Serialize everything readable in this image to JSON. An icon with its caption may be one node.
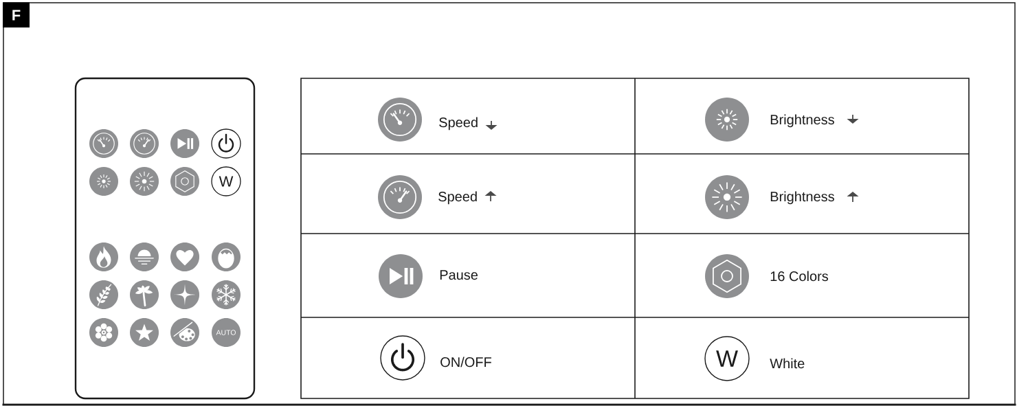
{
  "diagram": {
    "nodes": [
      {
        "text": [],
        "shape": "box"
      },
      {
        "text": [],
        "shape": "circle",
        "in": 0
      },
      {
        "text": [],
        "shape": "circle",
        "in": 0
      },
      {
        "text": [],
        "shape": "circle",
        "in": 0
      },
      {
        "text": [],
        "shape": "circle",
        "in": 0
      },
      {
        "text": [],
        "shape": "circle",
        "in": 0
      },
      {
        "text": [],
        "shape": "circle",
        "in": 0
      },
      {
        "text": [],
        "shape": "circle",
        "in": 0
      },
      {
        "text": [
          "W"
        ],
        "in": 0
      },
      {
        "text": [],
        "shape": "circle",
        "in": 0
      },
      {
        "text": [],
        "shape": "circle",
        "in": 0
      },
      {
        "text": [],
        "shape": "circle",
        "in": 0
      },
      {
        "text": [],
        "shape": "circle",
        "in": 0
      },
      {
        "text": [],
        "shape": "circle",
        "in": 0
      },
      {
        "text": [],
        "shape": "circle",
        "in": 0
      },
      {
        "text": [],
        "shape": "circle",
        "in": 0
      },
      {
        "text": [],
        "shape": "circle",
        "in": 0
      },
      {
        "text": [],
        "shape": "circle",
        "in": 0
      },
      {
        "text": [],
        "shape": "circle",
        "in": 0
      },
      {
        "text": [],
        "shape": "circle",
        "in": 0
      },
      {
        "text": [
          "AUTO"
        ],
        "in": 0
      },
      {
        "text": [],
        "shape": "circle"
      },
      {
        "text": [],
        "shape": "circle"
      },
      {
        "text": [],
        "shape": "circle"
      },
      {
        "text": [],
        "shape": "circle"
      },
      {
        "text": [],
        "shape": "circle"
      },
      {
        "text": [],
        "shape": "circle"
      },
      {
        "text": [],
        "shape": "circle"
      },
      {
        "text": [
          "W"
        ]
      }
    ],
    "labels": [
      "F",
      "Speed",
      "Brightness",
      "Speed",
      "Brightness",
      "Pause",
      "16 Colors",
      "ON/OFF",
      "White"
    ]
  }
}
